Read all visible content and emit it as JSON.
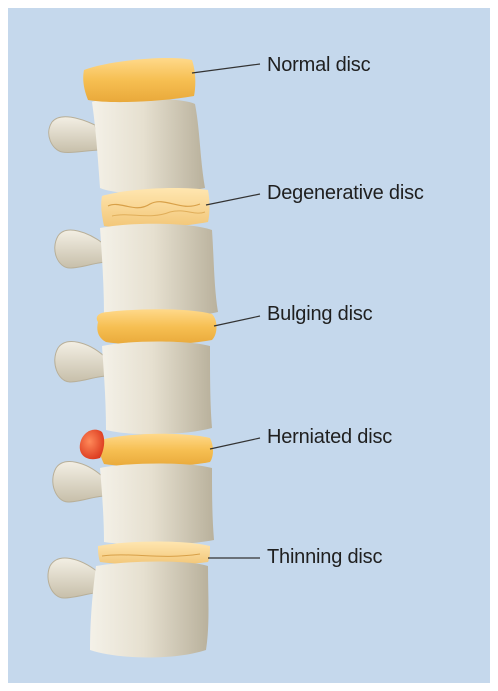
{
  "labels": {
    "normal": "Normal disc",
    "degenerative": "Degenerative disc",
    "bulging": "Bulging disc",
    "herniated": "Herniated disc",
    "thinning": "Thinning disc"
  },
  "colors": {
    "background": "#c5d8ec",
    "bone": "#e2dccb",
    "disc": "#f7c45a",
    "herniation": "#e8461e",
    "leader_line": "#333333"
  }
}
